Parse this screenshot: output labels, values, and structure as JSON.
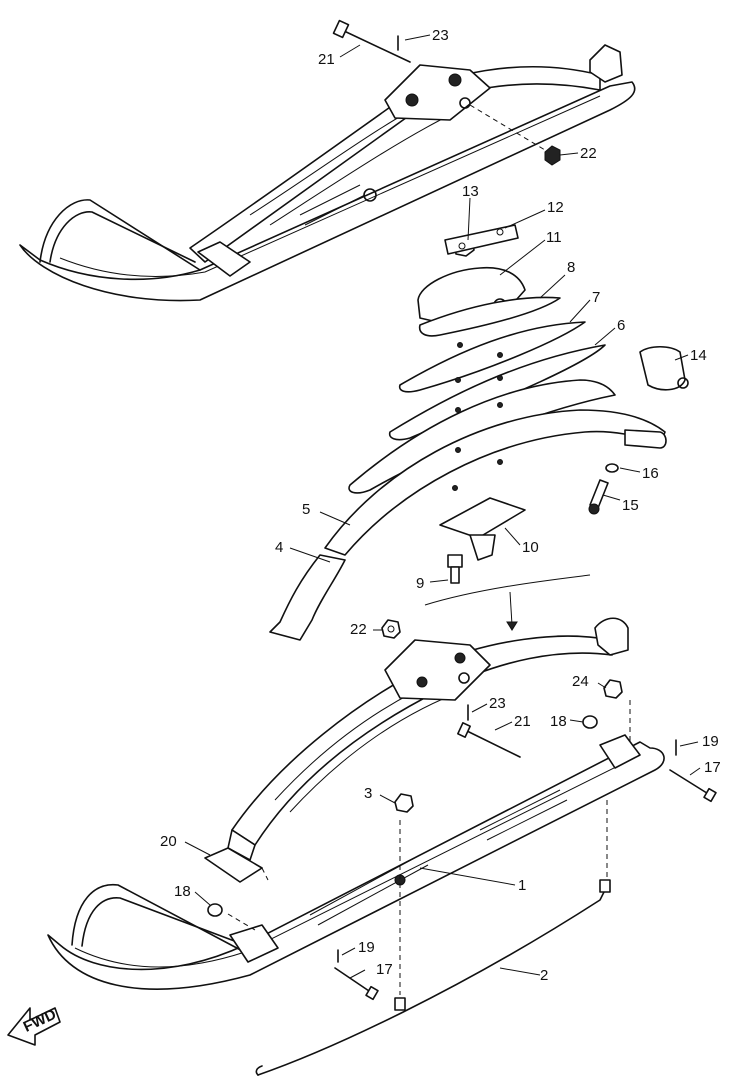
{
  "callouts": {
    "c23_top": "23",
    "c21_top": "21",
    "c22_top": "22",
    "c13": "13",
    "c12": "12",
    "c11": "11",
    "c8": "8",
    "c7": "7",
    "c6": "6",
    "c14": "14",
    "c16": "16",
    "c15": "15",
    "c5": "5",
    "c4": "4",
    "c10": "10",
    "c9": "9",
    "c22_mid": "22",
    "c24": "24",
    "c23_mid": "23",
    "c21_mid": "21",
    "c18_right": "18",
    "c19_right": "19",
    "c17_right": "17",
    "c3": "3",
    "c20": "20",
    "c1": "1",
    "c18_left": "18",
    "c19_left": "19",
    "c17_left": "17",
    "c2": "2"
  },
  "fwd_label": "FWD"
}
